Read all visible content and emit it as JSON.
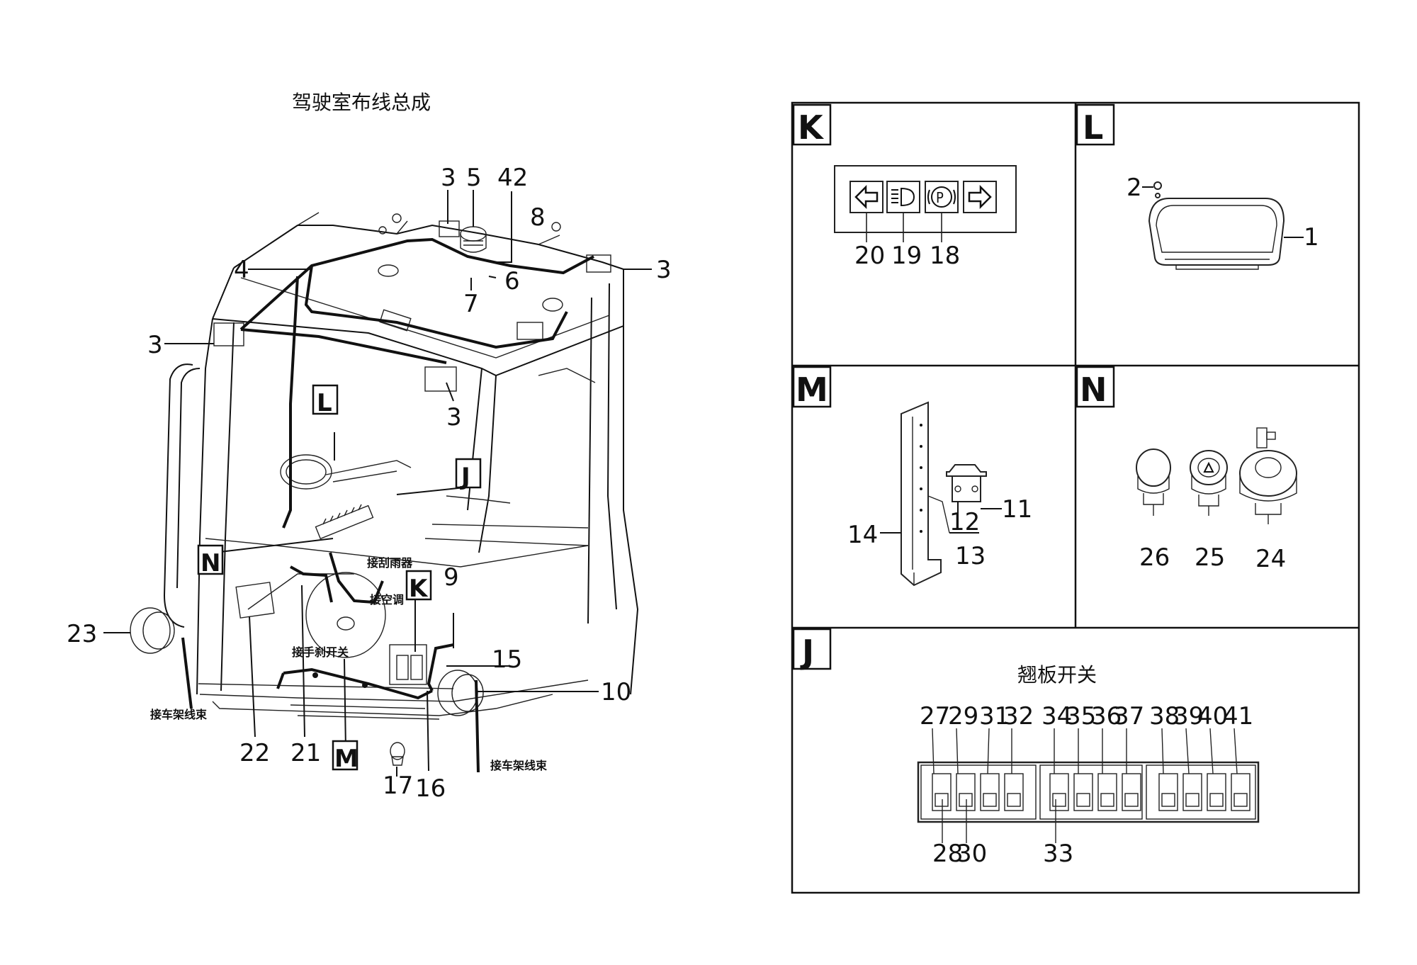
{
  "title": "驾驶室布线总成",
  "main_labels": {
    "n3a": "3",
    "n5": "5",
    "n42": "42",
    "n8": "8",
    "n4": "4",
    "n3b": "3",
    "n6": "6",
    "n7": "7",
    "n3c": "3",
    "n3d": "3",
    "n23": "23",
    "n9": "9",
    "n15": "15",
    "n10": "10",
    "n22": "22",
    "n21": "21",
    "n17": "17",
    "n16": "16"
  },
  "main_letters": {
    "L": "L",
    "J": "J",
    "N": "N",
    "K": "K",
    "M": "M"
  },
  "main_notes": {
    "wiper": "接刮雨器",
    "aircon": "接空调",
    "handbrake": "接手刹开关",
    "frame_left": "接车架线束",
    "frame_right": "接车架线束"
  },
  "panels": {
    "K": {
      "letter": "K",
      "labels": [
        "20",
        "19",
        "18"
      ]
    },
    "L": {
      "letter": "L",
      "labels": [
        "2",
        "1"
      ]
    },
    "M": {
      "letter": "M",
      "labels": [
        "14",
        "12",
        "11",
        "13"
      ]
    },
    "N": {
      "letter": "N",
      "labels": [
        "26",
        "25",
        "24"
      ]
    },
    "J": {
      "letter": "J",
      "title": "翘板开关",
      "top_labels": [
        "27",
        "29",
        "31",
        "32",
        "34",
        "35",
        "36",
        "37",
        "38",
        "39",
        "40",
        "41"
      ],
      "bottom_labels": [
        "28",
        "30",
        "33"
      ]
    }
  }
}
